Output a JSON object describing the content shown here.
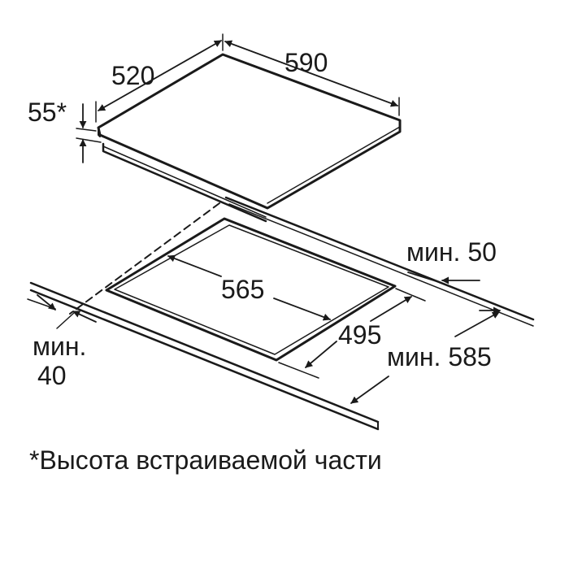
{
  "diagram": {
    "labels": {
      "hob_depth": "520",
      "hob_width": "590",
      "built_in_height": "55*",
      "cutout_width": "565",
      "cutout_depth": "495",
      "min_rear_distance": "мин. 50",
      "min_worktop_depth": "мин. 585",
      "min_front_distance_word": "мин.",
      "min_front_distance_value": "40"
    },
    "footnote": "*Высота встраиваемой части",
    "line_color": "#1a1a1a"
  }
}
